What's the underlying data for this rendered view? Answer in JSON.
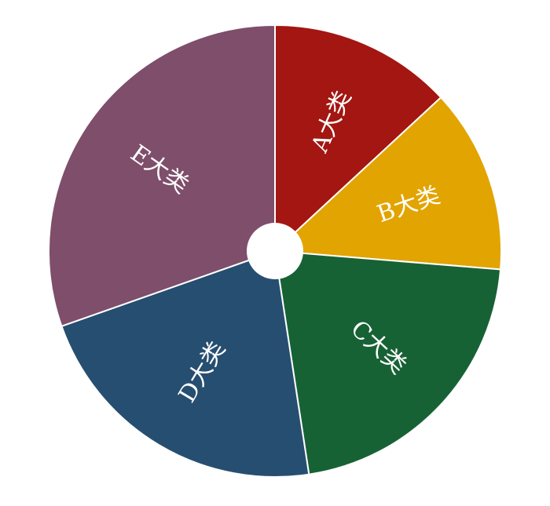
{
  "chart_data": {
    "type": "pie",
    "title": "",
    "categories": [
      "A大类",
      "B大类",
      "C大类",
      "D大类",
      "E大类"
    ],
    "values": [
      13.1,
      13.2,
      21.3,
      22.0,
      30.4
    ],
    "colors": [
      "#a31611",
      "#e2a400",
      "#176235",
      "#264e70",
      "#7e4e6b"
    ],
    "start_angle_deg": 0,
    "direction": "clockwise",
    "donut_hole": true,
    "legend": "none",
    "labels_on_slices": true,
    "label_color": "#ffffff",
    "slice_border_color": "#ffffff"
  }
}
